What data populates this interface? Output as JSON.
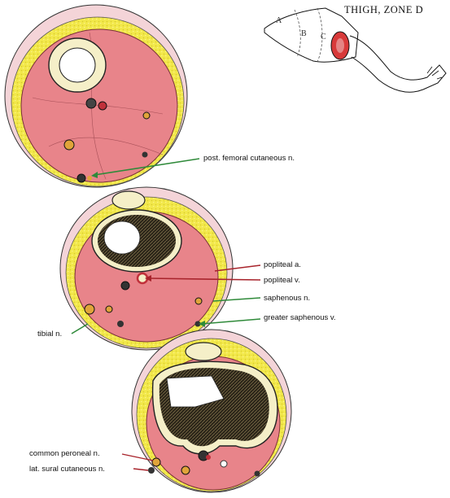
{
  "title": "THIGH, ZONE D",
  "zone_letters": [
    "A",
    "B",
    "C"
  ],
  "labels": {
    "post_femoral_cutaneous": "post. femoral cutaneous n.",
    "popliteal_a": "popliteal a.",
    "popliteal_v": "popliteal v.",
    "saphenous": "saphenous n.",
    "greater_saphenous": "greater saphenous v.",
    "tibial": "tibial n.",
    "common_peroneal": "common peroneal n.",
    "lat_sural_cutaneous": "lat. sural cutaneous n."
  },
  "colors": {
    "fat": "#f2e84a",
    "muscle": "#e8848a",
    "skin": "#f4d4d8",
    "bone": "#f5efc8",
    "marrow": "#2a2418",
    "nerve": "#e0a43a",
    "artery": "#c0303a",
    "pointer_green": "#2f8a3a",
    "pointer_red": "#a8242c"
  }
}
